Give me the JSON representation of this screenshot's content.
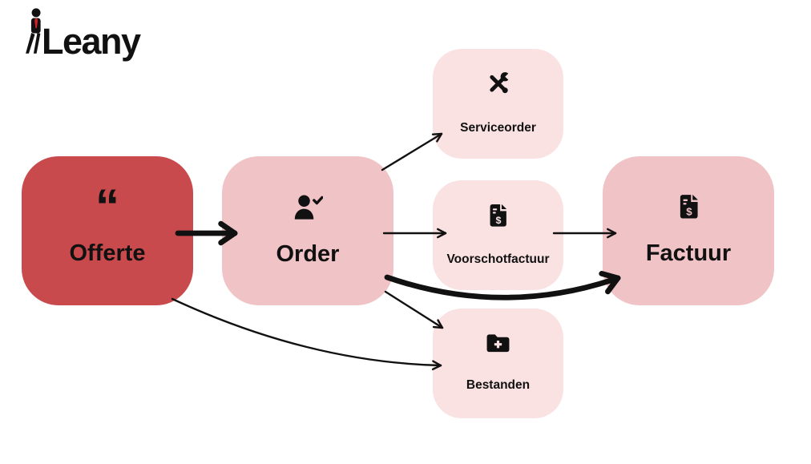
{
  "logo": {
    "text": "Leany",
    "figure": "person-leaning-with-red-tie"
  },
  "colors": {
    "bg": "#FFFFFF",
    "ink": "#111111",
    "offerte-red": "#C94A4D",
    "stage-pink": "#F0C3C6",
    "sub-pink": "#FAE2E3",
    "tie-red": "#D02128"
  },
  "nodes": {
    "offerte": {
      "label": "Offerte",
      "icon": "quote-icon",
      "glyph": "“",
      "variant": "primary-strong"
    },
    "order": {
      "label": "Order",
      "icon": "user-check-icon",
      "variant": "primary"
    },
    "serviceorder": {
      "label": "Serviceorder",
      "icon": "tools-icon",
      "variant": "secondary"
    },
    "voorschotfactuur": {
      "label": "Voorschotfactuur",
      "icon": "invoice-icon",
      "variant": "secondary"
    },
    "bestanden": {
      "label": "Bestanden",
      "icon": "folder-plus-icon",
      "variant": "secondary"
    },
    "factuur": {
      "label": "Factuur",
      "icon": "invoice-icon",
      "variant": "primary"
    }
  },
  "edges": [
    {
      "from": "offerte",
      "to": "order",
      "weight": "thick",
      "curved": false
    },
    {
      "from": "order",
      "to": "serviceorder",
      "weight": "thin",
      "curved": false
    },
    {
      "from": "order",
      "to": "voorschotfactuur",
      "weight": "thin",
      "curved": false
    },
    {
      "from": "voorschotfactuur",
      "to": "factuur",
      "weight": "thin",
      "curved": false
    },
    {
      "from": "order",
      "to": "factuur",
      "weight": "thick",
      "curved": true
    },
    {
      "from": "order",
      "to": "bestanden",
      "weight": "thin",
      "curved": false
    },
    {
      "from": "offerte",
      "to": "bestanden",
      "weight": "thin",
      "curved": true
    }
  ]
}
